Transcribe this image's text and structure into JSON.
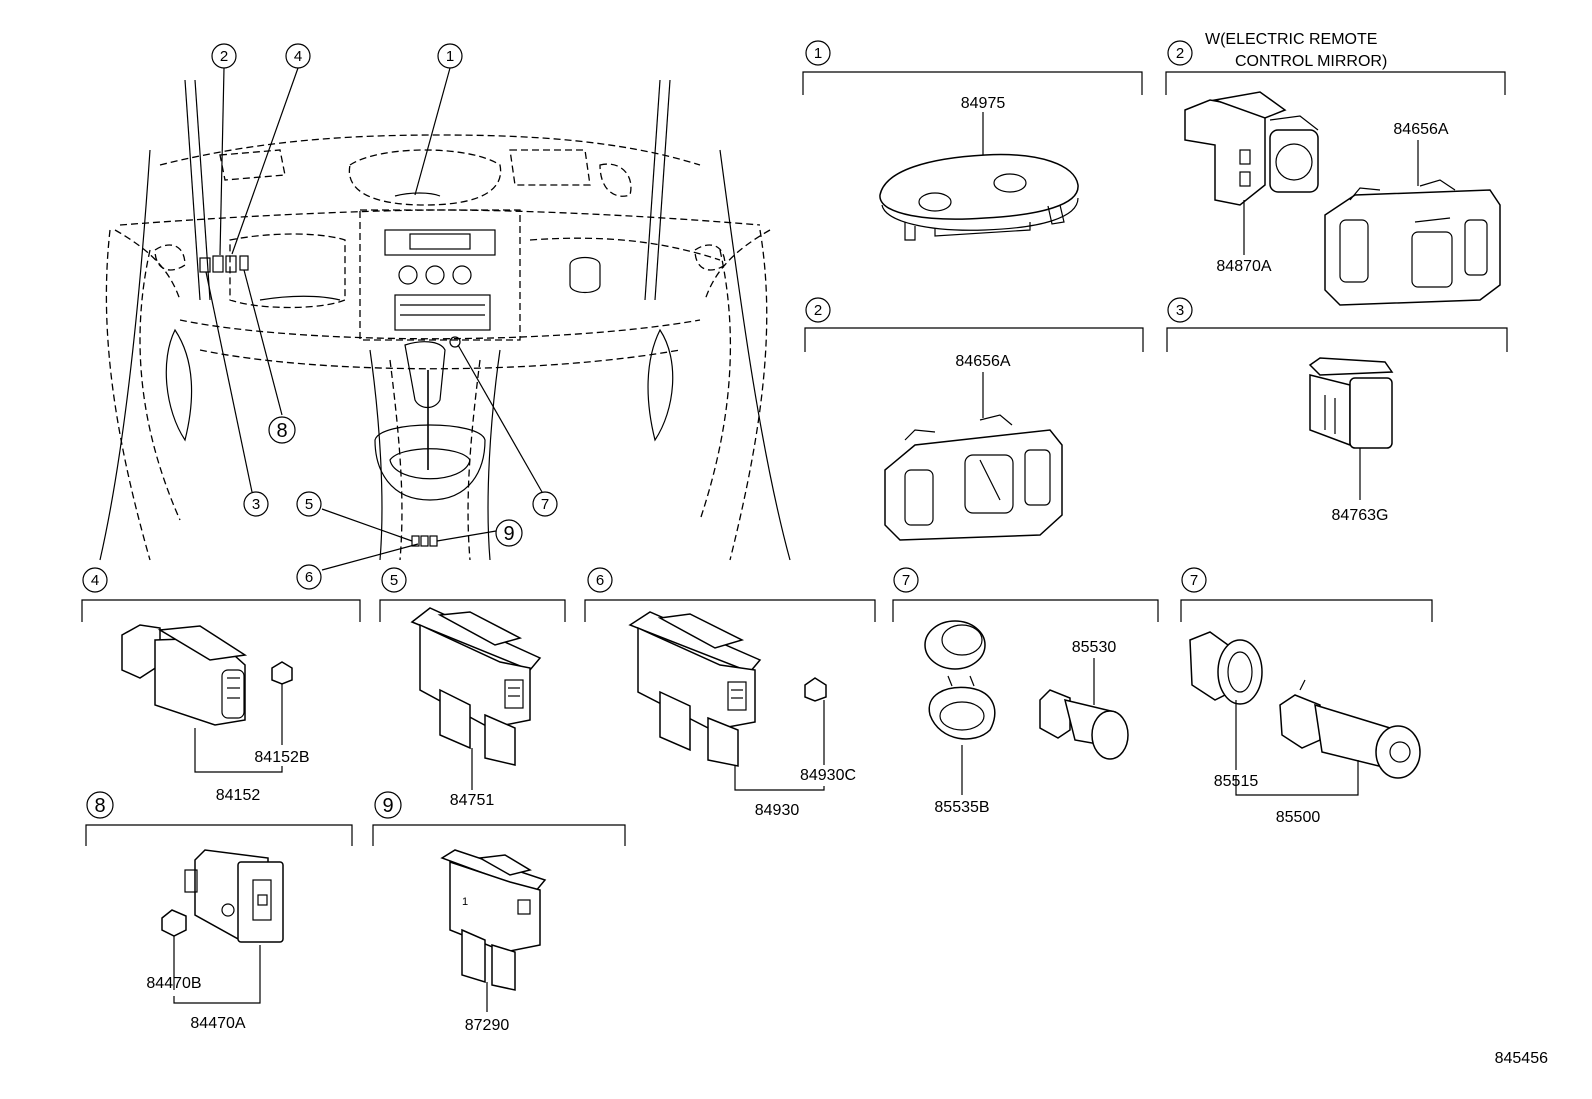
{
  "callouts": {
    "c1": "1",
    "c2": "2",
    "c3": "3",
    "c4": "4",
    "c5": "5",
    "c6": "6",
    "c7": "7",
    "c8": "8",
    "c9": "9"
  },
  "note": {
    "line1": "W(ELECTRIC REMOTE",
    "line2": "CONTROL MIRROR)"
  },
  "parts": {
    "p84975": "84975",
    "p84656A": "84656A",
    "p84870A": "84870A",
    "p84763G": "84763G",
    "p84152B": "84152B",
    "p84152": "84152",
    "p84751": "84751",
    "p84930C": "84930C",
    "p84930": "84930",
    "p85530": "85530",
    "p85535B": "85535B",
    "p85515": "85515",
    "p85500": "85500",
    "p84470B": "84470B",
    "p84470A": "84470A",
    "p87290": "87290"
  },
  "figure_id": "845456"
}
